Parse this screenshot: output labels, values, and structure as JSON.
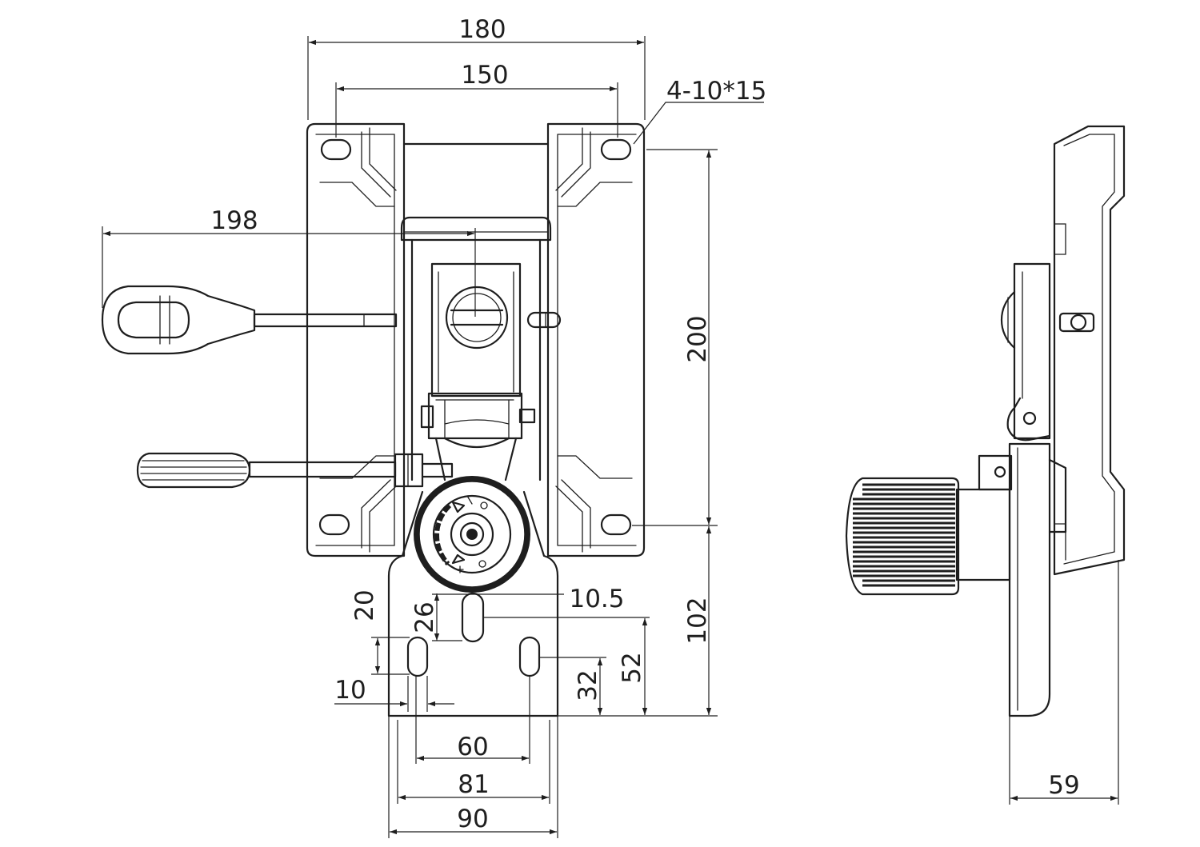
{
  "drawing": {
    "dimensions": {
      "width_outer": "180",
      "width_inner": "150",
      "hole_spec": "4-10*15",
      "lever_reach": "198",
      "height_main": "200",
      "height_lower": "102",
      "slot_offset": "10.5",
      "slot_length": "26",
      "slot_gap": "20",
      "slot_width": "10",
      "height_32": "32",
      "height_52": "52",
      "hole_spacing": "60",
      "base_inner": "81",
      "base_outer": "90",
      "side_depth": "59"
    },
    "colors": {
      "ink": "#1e1e1e",
      "paper": "#ffffff"
    }
  }
}
